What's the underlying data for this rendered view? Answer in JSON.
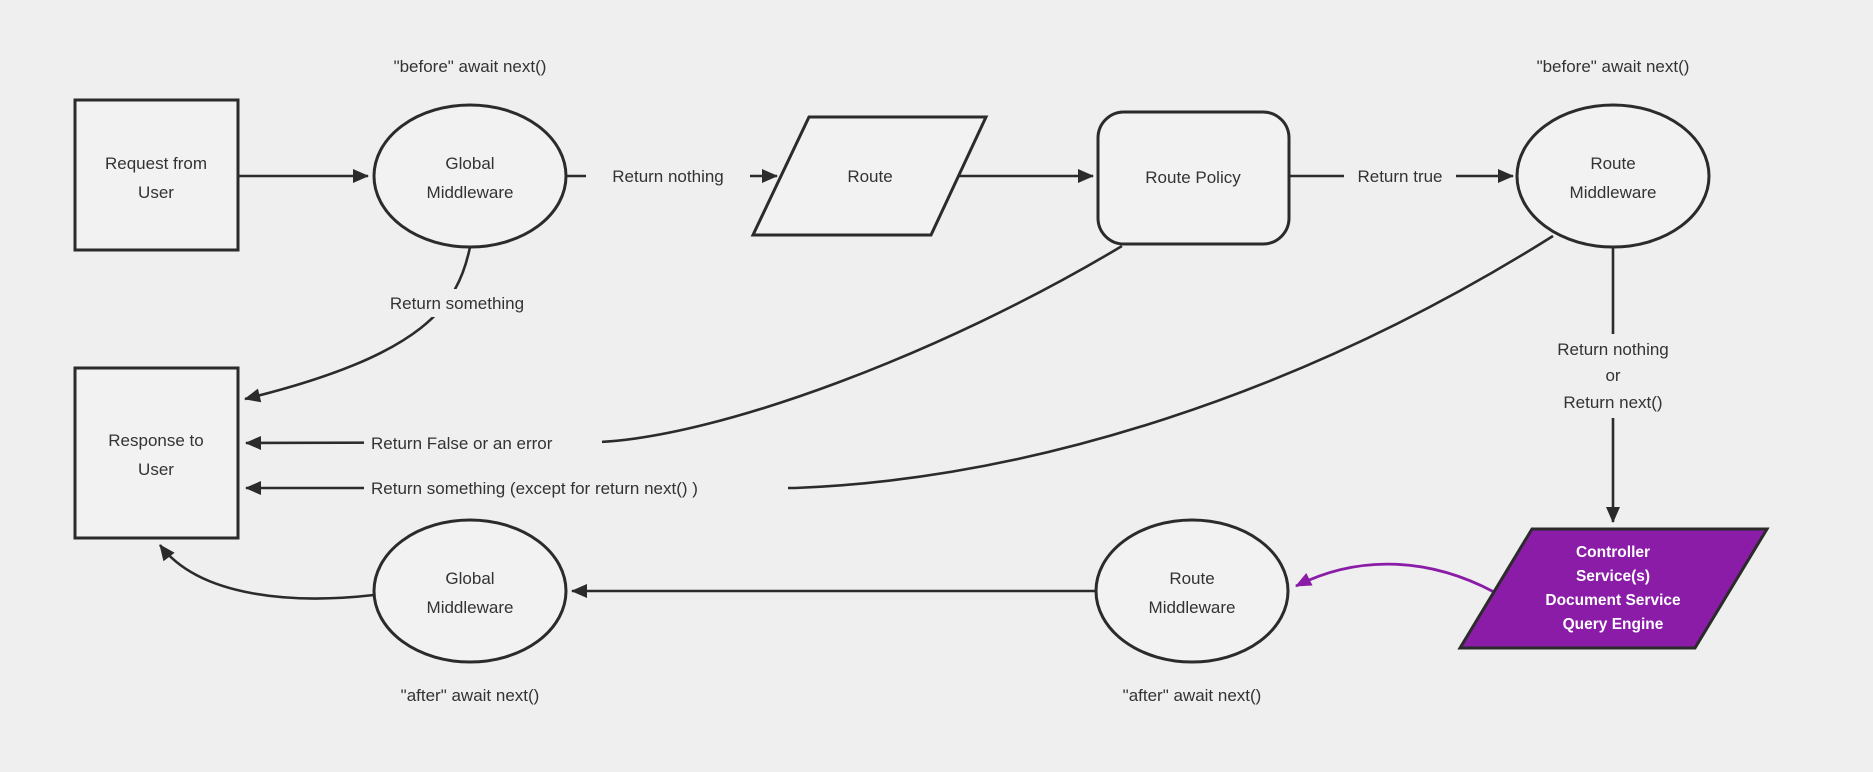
{
  "diagram": {
    "title": "middleware-request-lifecycle-flowchart",
    "colors": {
      "bg": "#efefef",
      "node-fill": "#f2f2f2",
      "stroke": "#2b2b2b",
      "text": "#333333",
      "accent": "#8a1ca8",
      "text-inverse": "#ffffff"
    },
    "nodes": {
      "request_from_user": {
        "shape": "rectangle",
        "lines": [
          "Request from",
          "User"
        ]
      },
      "global_middleware_before": {
        "shape": "ellipse",
        "lines": [
          "Global",
          "Middleware"
        ]
      },
      "route": {
        "shape": "parallelogram",
        "lines": [
          "Route"
        ]
      },
      "route_policy": {
        "shape": "rounded-rectangle",
        "lines": [
          "Route Policy"
        ]
      },
      "route_middleware_before": {
        "shape": "ellipse",
        "lines": [
          "Route",
          "Middleware"
        ]
      },
      "response_to_user": {
        "shape": "rectangle",
        "lines": [
          "Response to",
          "User"
        ]
      },
      "controller_services": {
        "shape": "parallelogram",
        "fill": "#8a1ca8",
        "lines": [
          "Controller",
          "Service(s)",
          "Document Service",
          "Query Engine"
        ]
      },
      "route_middleware_after": {
        "shape": "ellipse",
        "lines": [
          "Route",
          "Middleware"
        ]
      },
      "global_middleware_after": {
        "shape": "ellipse",
        "lines": [
          "Global",
          "Middleware"
        ]
      }
    },
    "annotations": {
      "before_left": "\"before\" await next()",
      "before_right": "\"before\" await next()",
      "after_left": "\"after\" await next()",
      "after_right": "\"after\" await next()"
    },
    "edge_labels": {
      "return_nothing": "Return nothing",
      "return_true": "Return true",
      "return_something": "Return something",
      "return_false_or_error": "Return False or an error",
      "return_something_except": "Return something (except for return next() )",
      "to_controller": [
        "Return nothing",
        "or",
        "Return next()"
      ]
    }
  }
}
